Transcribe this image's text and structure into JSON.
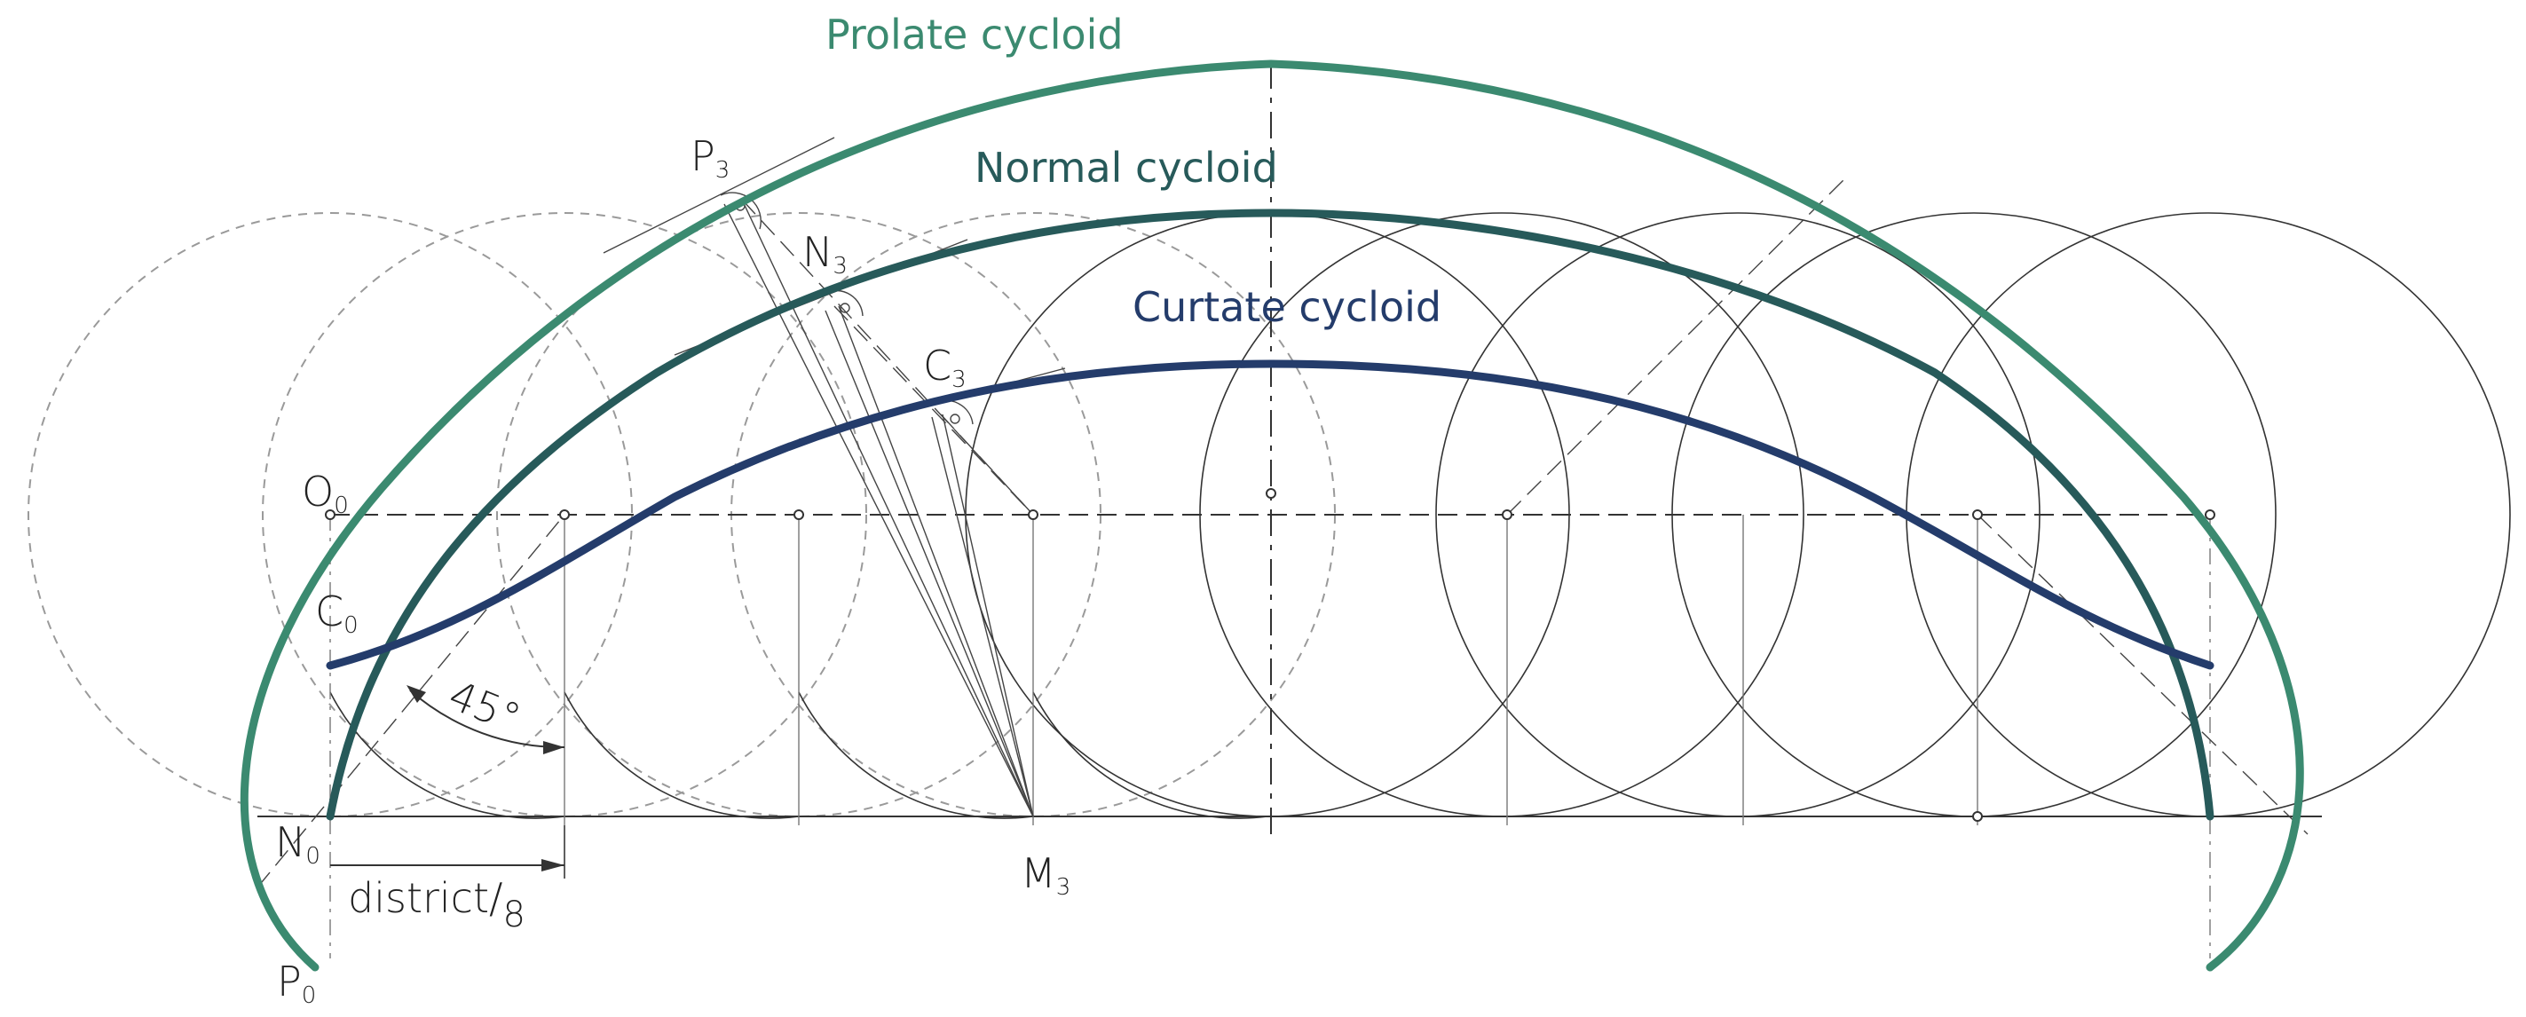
{
  "labels": {
    "prolate": "Prolate cycloid",
    "normal": "Normal cycloid",
    "curtate": "Curtate cycloid"
  },
  "points": {
    "P3": {
      "base": "P",
      "sub": "3"
    },
    "N3": {
      "base": "N",
      "sub": "3"
    },
    "C3": {
      "base": "C",
      "sub": "3"
    },
    "O0": {
      "base": "O",
      "sub": "0"
    },
    "C0": {
      "base": "C",
      "sub": "0"
    },
    "N0": {
      "base": "N",
      "sub": "0"
    },
    "P0": {
      "base": "P",
      "sub": "0"
    },
    "M3": {
      "base": "M",
      "sub": "3"
    }
  },
  "angle_label": "45°",
  "distance_label": {
    "main": "district",
    "slash": "/",
    "denominator": "8"
  },
  "colors": {
    "prolate": "#3b8a70",
    "normal": "#275a5a",
    "curtate": "#243c6b",
    "construction": "#333333"
  }
}
